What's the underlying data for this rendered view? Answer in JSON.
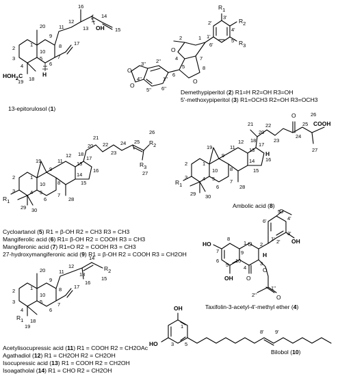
{
  "compounds": {
    "c1": {
      "name": "13-epitorulosol",
      "number": "1",
      "atoms": [
        "OH",
        "HOH",
        "2",
        "C",
        "H"
      ],
      "numbering": [
        "1",
        "2",
        "3",
        "4",
        "5",
        "6",
        "7",
        "8",
        "9",
        "10",
        "11",
        "12",
        "13",
        "14",
        "15",
        "16",
        "17",
        "18",
        "19",
        "20"
      ]
    },
    "c2": {
      "name": "Demethypiperitol",
      "number": "2",
      "subs": "R1=H   R2=OH   R3=OH"
    },
    "c3": {
      "name": "5'-methoxypiperitol",
      "number": "3",
      "subs": "R1=OCH3   R2=OH   R3=OCH3"
    },
    "lignan_labels": {
      "R1": "R",
      "R2": "R",
      "R3": "R",
      "sub1": "1",
      "sub2": "2",
      "sub3": "3",
      "O1": "O",
      "O2": "O",
      "O3": "O",
      "O4": "O",
      "nums": [
        "1",
        "2",
        "4",
        "5",
        "6",
        "8",
        "7",
        "1'",
        "2'",
        "3'",
        "4'",
        "5'",
        "6'",
        "1''",
        "2''",
        "3''",
        "4''",
        "5''",
        "6''"
      ]
    },
    "cyclo": {
      "lines": [
        {
          "name": "Cycloartanol",
          "number": "5",
          "subs": "R1 = β-OH   R2 = CH3   R3 = CH3"
        },
        {
          "name": "Mangiferolic acid",
          "number": "6",
          "subs": "R1= β-OH   R2 = COOH  R3 = CH3"
        },
        {
          "name": "Mangiferonic acid",
          "number": "7",
          "subs": "R1=O   R2 = COOH   R3 = CH3"
        },
        {
          "name": "27-hydroxymangiferonic acid",
          "number": "9",
          "subs": "R1 = β-OH   R2 = COOH  R3 = CH2OH"
        }
      ],
      "nums": [
        "1",
        "2",
        "3",
        "4",
        "5",
        "6",
        "7",
        "8",
        "9",
        "10",
        "11",
        "12",
        "13",
        "14",
        "15",
        "16",
        "17",
        "18",
        "19",
        "20",
        "21",
        "22",
        "23",
        "24",
        "25",
        "26",
        "27",
        "28",
        "29",
        "30"
      ],
      "R1": "R",
      "R2": "R",
      "R3": "R",
      "sub1": "1",
      "sub2": "2",
      "sub3": "3"
    },
    "c8": {
      "name": "Ambolic acid",
      "number": "8",
      "atoms": {
        "O": "O",
        "COOH": "COOH",
        "H": "H",
        "R": "R",
        "sub": "1"
      },
      "nums": [
        "1",
        "2",
        "3",
        "4",
        "5",
        "6",
        "7",
        "8",
        "9",
        "10",
        "11",
        "12",
        "13",
        "14",
        "15",
        "16",
        "17",
        "18",
        "19",
        "20",
        "21",
        "22",
        "23",
        "24",
        "25",
        "26",
        "27",
        "28",
        "29",
        "30"
      ]
    },
    "c4": {
      "name": "Taxifolin-3-acetyl-4'-methyl ether",
      "number": "4",
      "atoms": {
        "HO7": "HO",
        "OH5": "OH",
        "OH3p": "OH",
        "O1": "O",
        "O4": "O",
        "O3": "O",
        "Oac": "O",
        "Ome": "O",
        "H": "H"
      },
      "nums": [
        "1",
        "2",
        "3",
        "4",
        "5",
        "6",
        "7",
        "8",
        "9",
        "10",
        "1'",
        "2'",
        "3'",
        "4'",
        "5'",
        "6'",
        "1''",
        "2''"
      ]
    },
    "c10": {
      "name": "Bilobol",
      "number": "10",
      "atoms": {
        "OH": "OH",
        "HO": "HO"
      },
      "nums": [
        "1",
        "3",
        "5",
        "8'",
        "9'"
      ]
    },
    "labdane": {
      "lines": [
        {
          "name": "Acetylisocupressic acid",
          "number": "11",
          "subs": "R1 = COOH   R2 = CH2OAc"
        },
        {
          "name": "Agathadiol",
          "number": "12",
          "subs": "R1 = CH2OH   R2 = CH2OH"
        },
        {
          "name": "Isocupressic acid",
          "number": "13",
          "subs": "R1 = COOH   R2 = CH2OH"
        },
        {
          "name": "Isoagatholal",
          "number": "14",
          "subs": "R1 = CHO   R2 = CH2OH"
        }
      ],
      "nums": [
        "1",
        "2",
        "3",
        "4",
        "5",
        "6",
        "7",
        "8",
        "9",
        "10",
        "11",
        "12",
        "13",
        "14",
        "15",
        "16",
        "17",
        "18",
        "19",
        "20"
      ],
      "R1": "R",
      "R2": "R",
      "sub1": "1",
      "sub2": "2"
    }
  }
}
